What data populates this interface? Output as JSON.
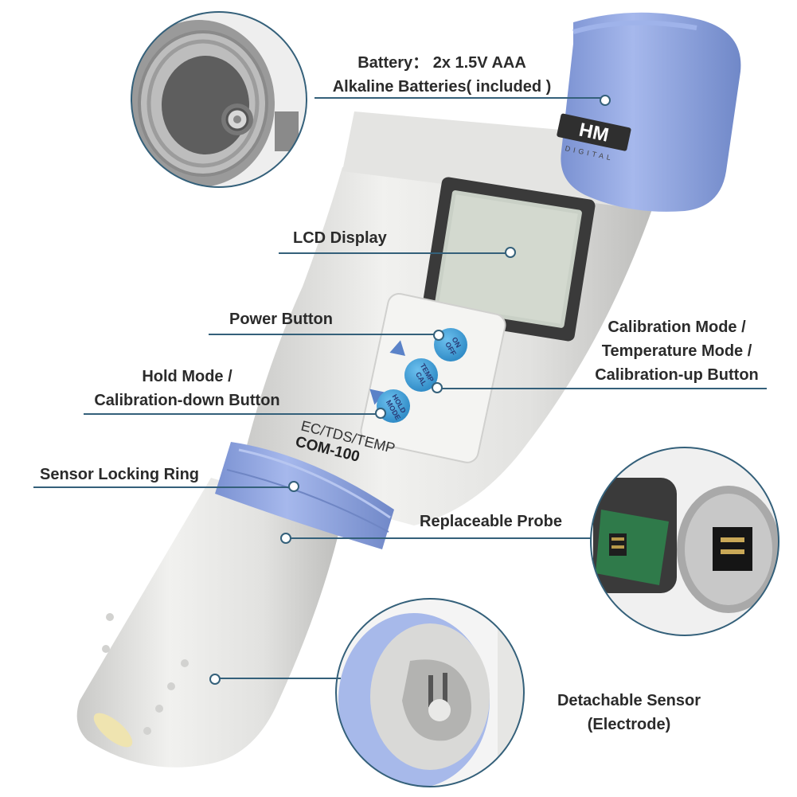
{
  "labels": {
    "battery": [
      "Battery： 2x 1.5V AAA",
      "Alkaline Batteries( included )"
    ],
    "lcd": "LCD Display",
    "power": "Power Button",
    "calibration": [
      "Calibration Mode /",
      "Temperature Mode /",
      "Calibration-up Button"
    ],
    "hold": [
      "Hold Mode /",
      "Calibration-down Button"
    ],
    "ring": "Sensor Locking Ring",
    "probe": "Replaceable Probe",
    "sensor": [
      "Detachable Sensor",
      "(Electrode)"
    ]
  },
  "device": {
    "brand": "HM",
    "brand_sub": "DIGITAL",
    "model_line": "EC/TDS/TEMP",
    "model": "COM-100",
    "buttons": {
      "power": [
        "ON",
        "OFF"
      ],
      "temp": [
        "TEMP",
        "CAL"
      ],
      "hold": [
        "HOLD",
        "MODE"
      ]
    }
  },
  "colors": {
    "accent_blue": "#8fa6e0",
    "button_blue": "#3c9fd6",
    "pointer": "#34607a",
    "body": "#e8e8e6"
  }
}
